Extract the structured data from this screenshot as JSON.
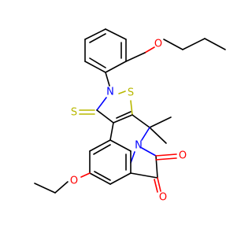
{
  "molecule": {
    "atom_labels": {
      "n_amide": "N",
      "n_isothiazole": "N",
      "s_ring": "S",
      "s_thione": "S",
      "o_propoxy": "O",
      "o_ethoxy": "O",
      "o_ketone_upper": "O",
      "o_ketone_lower": "O"
    }
  },
  "colors": {
    "carbon": "#000000",
    "nitrogen": "#0000ff",
    "oxygen": "#ff0000",
    "sulfur": "#b8b800",
    "background": "#ffffff"
  }
}
